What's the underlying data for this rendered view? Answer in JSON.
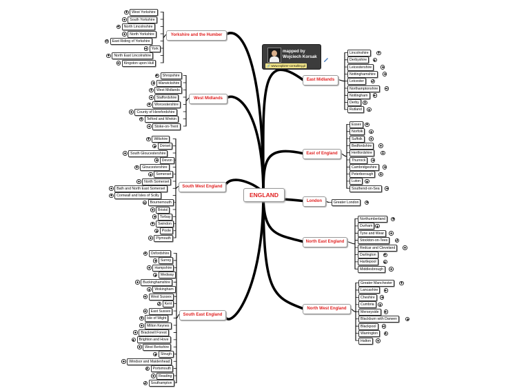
{
  "center": {
    "label": "ENGLAND"
  },
  "badge": {
    "line1": "mapped by",
    "line2": "Wojciech Korsak",
    "url": "www.explorer-consulting.pl",
    "url_icon": "link-icon"
  },
  "colors": {
    "branch_text": "#e02020",
    "line": "#000000",
    "badge_bg": "#3c3c3c",
    "url_bg": "#f2e58a"
  },
  "branches": [
    {
      "id": "yorkshire",
      "label": "Yorkshire and the Humber",
      "side": "left",
      "items": [
        "West Yorkshire",
        "South Yorkshire",
        "North Lincolnshire",
        "North Yorkshire",
        "East Riding of Yorkshire",
        "York",
        "North East Lincolnshire",
        "Kingston upon Hull"
      ]
    },
    {
      "id": "west-midlands",
      "label": "West Midlands",
      "side": "left",
      "items": [
        "Shropshire",
        "Warwickshire",
        "West Midlands",
        "Staffordshire",
        "Worcestershire",
        "County of Herefordshire",
        "Telford and Wrekin",
        "Stoke-on-Trent"
      ]
    },
    {
      "id": "south-west",
      "label": "South West England",
      "side": "left",
      "items": [
        "Wiltshire",
        "Dorset",
        "South Gloucestershire",
        "Devon",
        "Gloucestershire",
        "Somerset",
        "North Somerset",
        "Bath and North East Somerset",
        "Cornwall and Isles of Scilly",
        "Bournemouth",
        "Bristol",
        "Torbay",
        "Swindon",
        "Poole",
        "Plymouth"
      ]
    },
    {
      "id": "south-east",
      "label": "South East England",
      "side": "left",
      "items": [
        "Oxfordshire",
        "Surrey",
        "Hampshire",
        "Medway",
        "Buckinghamshire",
        "Wokingham",
        "West Sussex",
        "Kent",
        "East Sussex",
        "Isle of Wight",
        "Milton Keynes",
        "Bracknell Forest",
        "Brighton and Hove",
        "West Berkshire",
        "Slough",
        "Windsor and Maidenhead",
        "Portsmouth",
        "Reading",
        "Southampton"
      ]
    },
    {
      "id": "east-midlands",
      "label": "East Midlands",
      "side": "right",
      "items": [
        "Lincolnshire",
        "Derbyshire",
        "Leicestershire",
        "Nottinghamshire",
        "Leicester",
        "Northamptonshire",
        "Nottingham",
        "Derby",
        "Rutland"
      ]
    },
    {
      "id": "east-england",
      "label": "East of England",
      "side": "right",
      "items": [
        "Essex",
        "Norfolk",
        "Suffolk",
        "Bedfordshire",
        "Hertfordshire",
        "Thurrock",
        "Cambridgeshire",
        "Peterborough",
        "Luton",
        "Southend-on-Sea"
      ]
    },
    {
      "id": "london",
      "label": "London",
      "side": "right",
      "items": [
        "Greater London"
      ]
    },
    {
      "id": "north-east",
      "label": "North East England",
      "side": "right",
      "items": [
        "Northumberland",
        "Durham",
        "Tyne and Wear",
        "Stockton-on-Tees",
        "Redcar and Cleveland",
        "Darlington",
        "Hartlepool",
        "Middlesbrough"
      ]
    },
    {
      "id": "north-west",
      "label": "North West England",
      "side": "right",
      "items": [
        "Greater Manchester",
        "Lancashire",
        "Cheshire",
        "Cumbria",
        "Merseyside",
        "Blackburn with Darwen",
        "Blackpool",
        "Warrington",
        "Halton"
      ]
    }
  ]
}
